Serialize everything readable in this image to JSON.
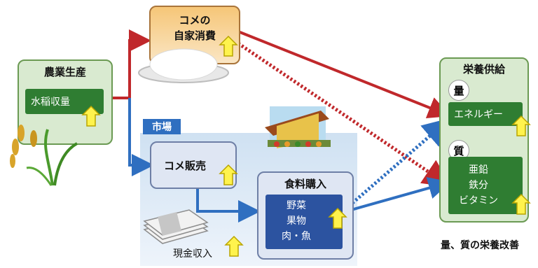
{
  "agri": {
    "title": "農業生産",
    "inner": "水稲収量"
  },
  "self": {
    "line1": "コメの",
    "line2": "自家消費"
  },
  "market": {
    "label": "市場"
  },
  "sale": {
    "title": "コメ販売"
  },
  "food": {
    "title": "食料購入",
    "lines": [
      "野菜",
      "果物",
      "肉・魚"
    ]
  },
  "cash": {
    "label": "現金収入"
  },
  "nutrition": {
    "title": "栄養供給",
    "quantity_badge": "量",
    "quality_badge": "質",
    "energy": "エネルギー",
    "micros": [
      "亜鉛",
      "鉄分",
      "ビタミン"
    ]
  },
  "caption": "量、質の栄養改善",
  "colors": {
    "red_arrow": "#c0282b",
    "blue_arrow": "#2f6fc0",
    "up_arrow": "#fff34d",
    "green_panel": "#d9ead0",
    "dark_green": "#2f7d32",
    "dark_blue": "#2c53a0"
  }
}
